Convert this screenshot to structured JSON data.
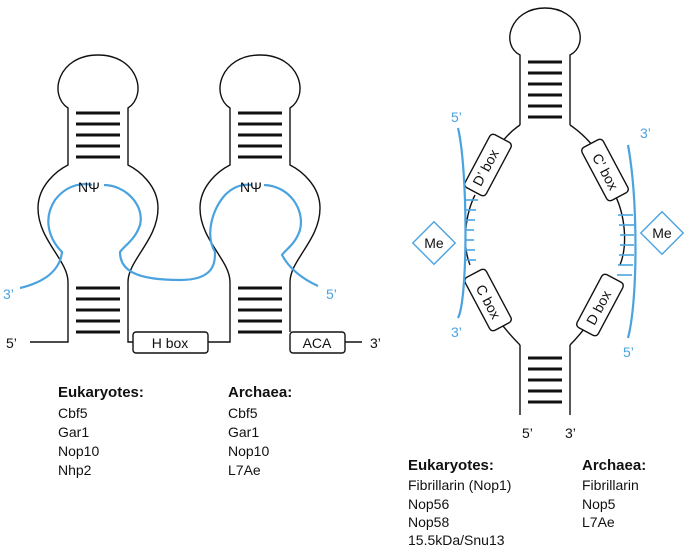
{
  "colors": {
    "ink": "#111111",
    "guide": "#4aa3df",
    "background": "#ffffff"
  },
  "left_diagram": {
    "motif_left": "NΨ",
    "motif_right": "NΨ",
    "h_box": "H box",
    "aca_box": "ACA",
    "end_5_snorna": "5’",
    "end_3_snorna": "3’",
    "target_left_3": "3’",
    "target_right_5": "5’",
    "eukaryotes_heading": "Eukaryotes:",
    "eukaryotes_items": [
      "Cbf5",
      "Gar1",
      "Nop10",
      "Nhp2"
    ],
    "archaea_heading": "Archaea:",
    "archaea_items": [
      "Cbf5",
      "Gar1",
      "Nop10",
      "L7Ae"
    ]
  },
  "right_diagram": {
    "d_prime_box": "D’ box",
    "c_prime_box": "C’ box",
    "c_box": "C box",
    "d_box": "D box",
    "me_left": "Me",
    "me_right": "Me",
    "guide_left_5": "5’",
    "guide_left_3": "3’",
    "guide_right_3": "3’",
    "guide_right_5": "5’",
    "end_5_snorna": "5’",
    "end_3_snorna": "3’",
    "eukaryotes_heading": "Eukaryotes:",
    "eukaryotes_items": [
      "Fibrillarin (Nop1)",
      "Nop56",
      "Nop58",
      "15.5kDa/Snu13"
    ],
    "archaea_heading": "Archaea:",
    "archaea_items": [
      "Fibrillarin",
      "Nop5",
      "L7Ae"
    ]
  }
}
